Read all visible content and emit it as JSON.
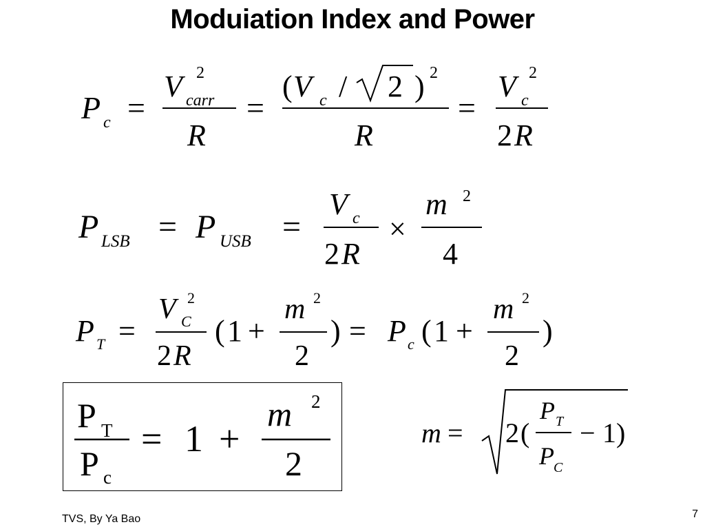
{
  "slide": {
    "title": "Moduiation Index and Power",
    "footer": "TVS, By Ya Bao",
    "page_number": "7"
  },
  "eq1": {
    "P": "P",
    "c": "c",
    "eq": "=",
    "V": "V",
    "carr": "carr",
    "two": "2",
    "R": "R",
    "lp": "(",
    "slash": "/",
    "rp": ")"
  },
  "eq2": {
    "P": "P",
    "LSB": "LSB",
    "USB": "USB",
    "eq": "=",
    "V": "V",
    "c": "c",
    "two": "2",
    "R": "R",
    "times": "×",
    "m": "m",
    "four": "4"
  },
  "eq3": {
    "P": "P",
    "T": "T",
    "eq": "=",
    "V": "V",
    "C": "C",
    "c": "c",
    "two": "2",
    "R": "R",
    "lp": "(",
    "one": "1",
    "plus": "+",
    "m": "m",
    "rp": ")"
  },
  "eq4": {
    "P": "P",
    "T": "T",
    "c": "c",
    "eq": "=",
    "one": "1",
    "plus": "+",
    "m": "m",
    "two": "2"
  },
  "eq5": {
    "m": "m",
    "eq": "=",
    "two": "2",
    "lp": "(",
    "P": "P",
    "T": "T",
    "C": "C",
    "minus": "−",
    "one": "1",
    "rp": ")"
  }
}
